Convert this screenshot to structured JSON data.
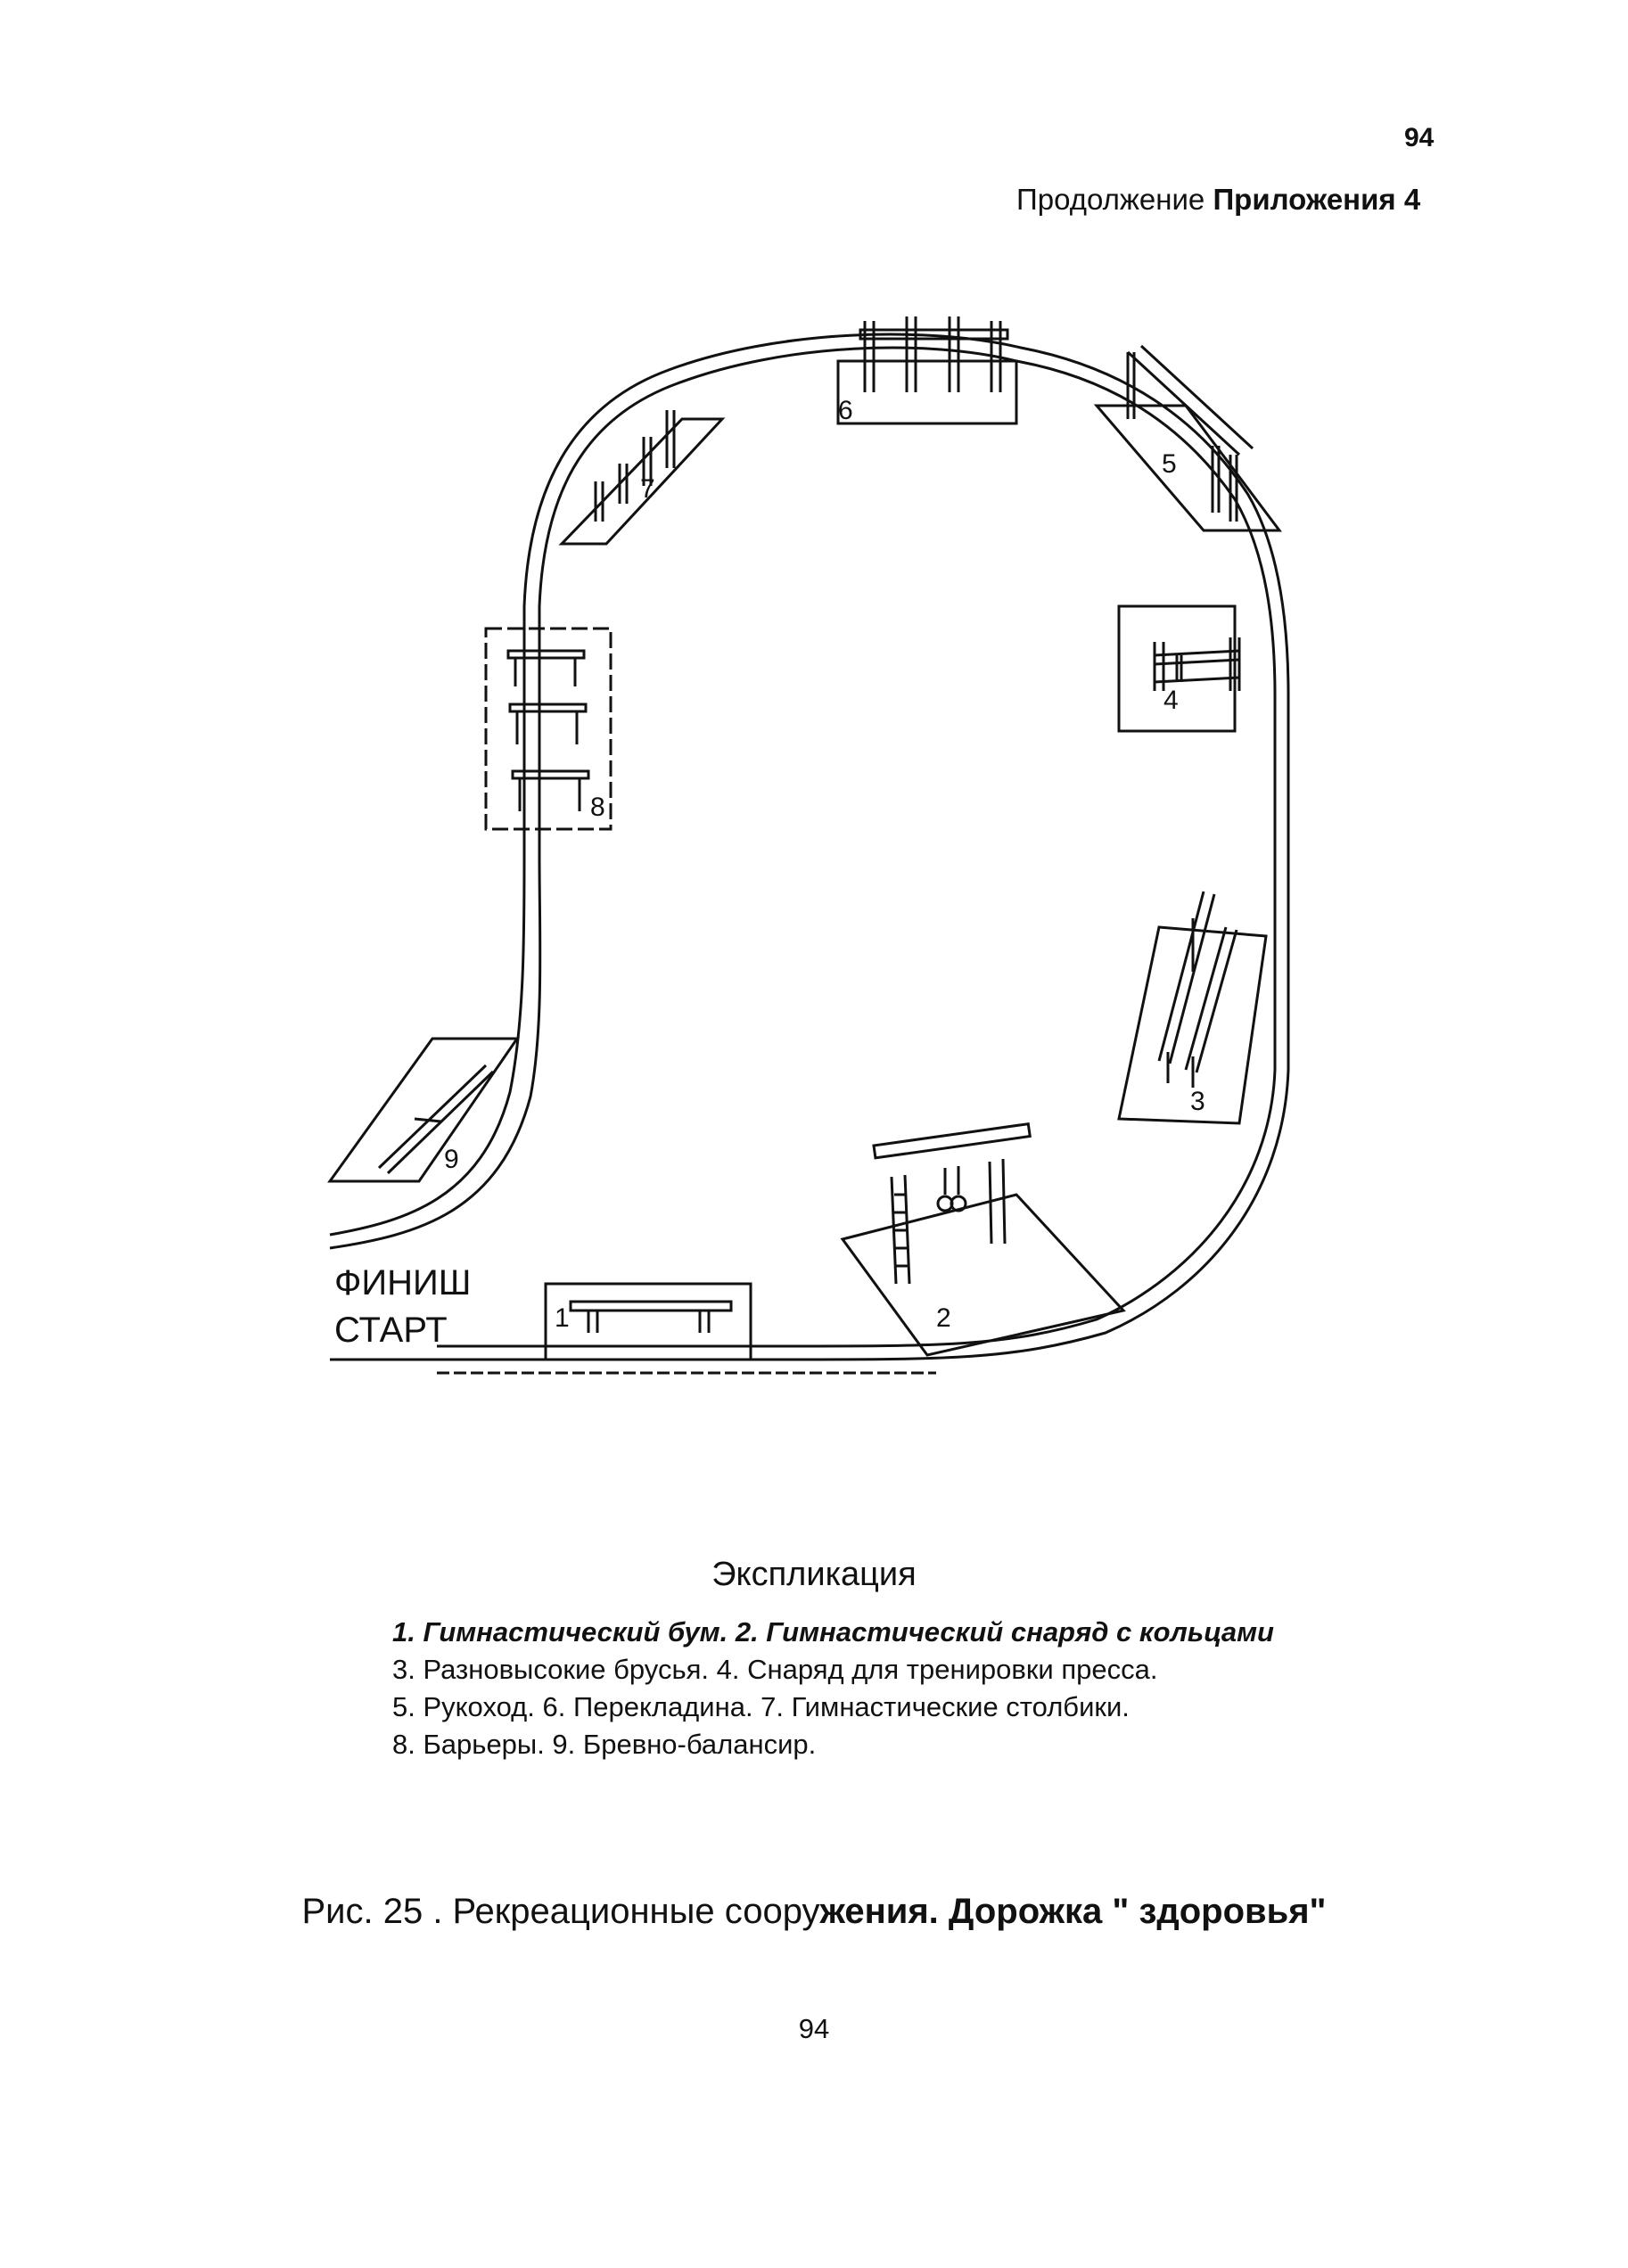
{
  "page": {
    "number_top": "94",
    "header_prefix": "Продолжение ",
    "header_bold": "Приложения 4",
    "number_bottom": "94"
  },
  "diagram": {
    "finish_label": "ФИНИШ",
    "start_label": "СТАРТ",
    "stations": [
      "1",
      "2",
      "3",
      "4",
      "5",
      "6",
      "7",
      "8",
      "9"
    ]
  },
  "explication": {
    "title": "Экспликация",
    "lines": [
      "1. Гимнастический бум.  2. Гимнастический снаряд с кольцами",
      "3. Разновысокие брусья. 4. Снаряд  для тренировки пресса.",
      "5. Рукоход. 6. Перекладина. 7. Гимнастические столбики.",
      "8. Барьеры. 9. Бревно-балансир."
    ]
  },
  "caption": {
    "prefix": "Рис. 25 . Рекреационные соору",
    "bold": "жения. Дорожка \" здоровья\""
  }
}
